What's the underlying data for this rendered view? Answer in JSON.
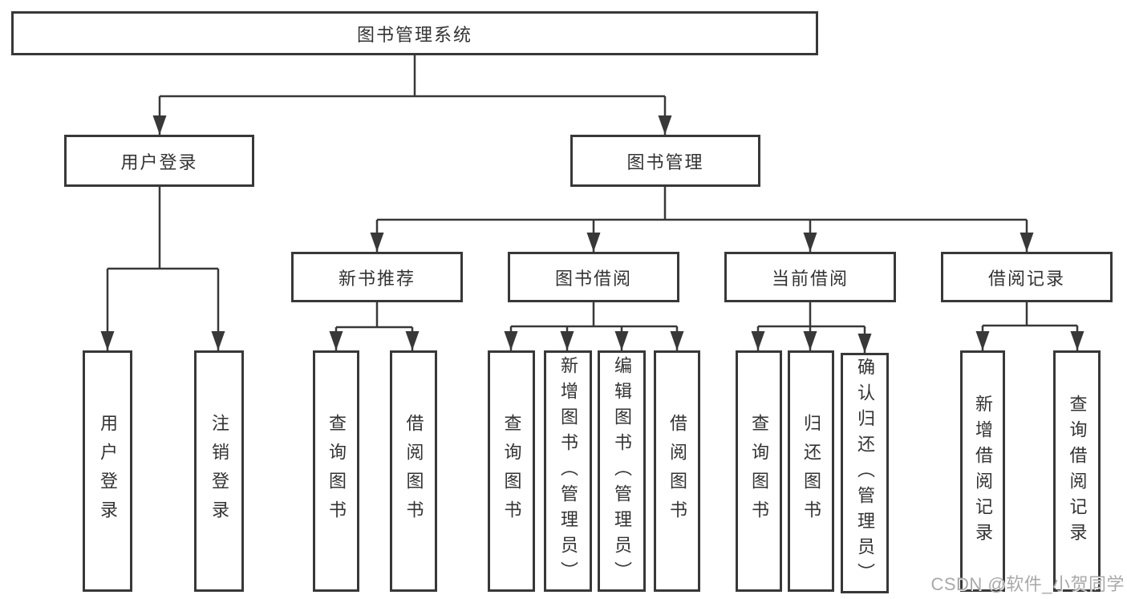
{
  "colors": {
    "line": "#383838",
    "text": "#333333",
    "watermark": "#a9a9a9"
  },
  "watermark": "CSDN @软件_小贺同学",
  "tree": {
    "label": "图书管理系统",
    "children": [
      {
        "label": "用户登录",
        "children": [
          {
            "label": "用户登录"
          },
          {
            "label": "注销登录"
          }
        ]
      },
      {
        "label": "图书管理",
        "children": [
          {
            "label": "新书推荐",
            "children": [
              {
                "label": "查询图书"
              },
              {
                "label": "借阅图书"
              }
            ]
          },
          {
            "label": "图书借阅",
            "children": [
              {
                "label": "查询图书"
              },
              {
                "label": "新增图书（管理员）"
              },
              {
                "label": "编辑图书（管理员）"
              },
              {
                "label": "借阅图书"
              }
            ]
          },
          {
            "label": "当前借阅",
            "children": [
              {
                "label": "查询图书"
              },
              {
                "label": "归还图书"
              },
              {
                "label": "确认归还（管理员）"
              }
            ]
          },
          {
            "label": "借阅记录",
            "children": [
              {
                "label": "新增借阅记录"
              },
              {
                "label": "查询借阅记录"
              }
            ]
          }
        ]
      }
    ]
  }
}
